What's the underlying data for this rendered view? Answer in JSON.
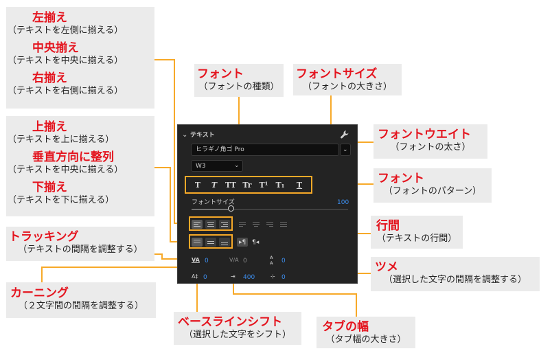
{
  "callouts": {
    "align_left": {
      "title": "左揃え",
      "desc": "（テキストを左側に揃える）"
    },
    "align_center": {
      "title": "中央揃え",
      "desc": "（テキストを中央に揃える）"
    },
    "align_right": {
      "title": "右揃え",
      "desc": "（テキストを右側に揃える）"
    },
    "align_top": {
      "title": "上揃え",
      "desc": "（テキストを上に揃える）"
    },
    "align_vcenter": {
      "title": "垂直方向に整列",
      "desc": "（テキストを中央に揃える）"
    },
    "align_bottom": {
      "title": "下揃え",
      "desc": "（テキストを下に揃える）"
    },
    "font": {
      "title": "フォント",
      "desc": "（フォントの種類）"
    },
    "font_size": {
      "title": "フォントサイズ",
      "desc": "（フォントの大きさ）"
    },
    "font_weight": {
      "title": "フォントウエイト",
      "desc": "（フォントの太さ）"
    },
    "font_pattern": {
      "title": "フォント",
      "desc": "（フォントのパターン）"
    },
    "leading": {
      "title": "行間",
      "desc": "（テキストの行間）"
    },
    "tracking": {
      "title": "トラッキング",
      "desc": "（テキストの間隔を調整する）"
    },
    "tsume": {
      "title": "ツメ",
      "desc": "（選択した文字の間隔を調整する）"
    },
    "kerning": {
      "title": "カーニング",
      "desc": "（２文字間の間隔を調整する）"
    },
    "baseline_shift": {
      "title": "ベースラインシフト",
      "desc": "（選択した文字をシフト）"
    },
    "tab_width": {
      "title": "タブの幅",
      "desc": "（タブ幅の大きさ）"
    }
  },
  "panel": {
    "header": "テキスト",
    "font_family": "ヒラギノ角ゴ Pro",
    "font_weight": "W3",
    "font_size_label": "フォントサイズ",
    "font_size_value": "100",
    "font_size_fraction": 0.25,
    "tracking_value": "0",
    "kerning_value": "0",
    "leading_value": "0",
    "baseline_value": "0",
    "tab_width_value": "400",
    "tsume_value": "0",
    "style_buttons": [
      "T",
      "T",
      "TT",
      "Tr",
      "T¹",
      "T₁",
      "T"
    ],
    "accent": "#e4141e",
    "value_color": "#3d8ff0",
    "line_color": "#f7a928"
  }
}
